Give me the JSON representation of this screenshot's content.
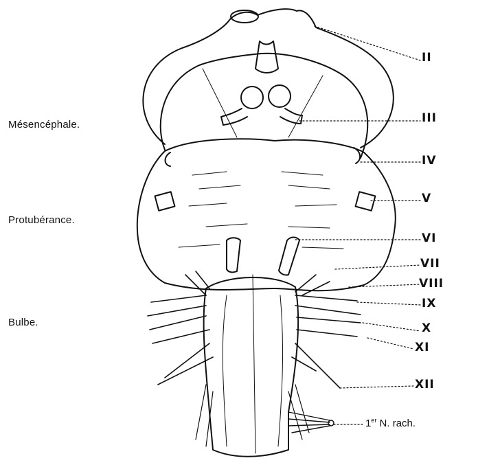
{
  "regions": [
    {
      "id": "mesencephale",
      "label": "Mésencéphale."
    },
    {
      "id": "protuberance",
      "label": "Protubérance."
    },
    {
      "id": "bulbe",
      "label": "Bulbe."
    }
  ],
  "nerves": [
    "II",
    "III",
    "IV",
    "V",
    "VI",
    "VII",
    "VIII",
    "IX",
    "X",
    "XI",
    "XII"
  ],
  "spinal_nerve": {
    "ordinal": "1",
    "superscript": "er",
    "label": "N. rach."
  }
}
